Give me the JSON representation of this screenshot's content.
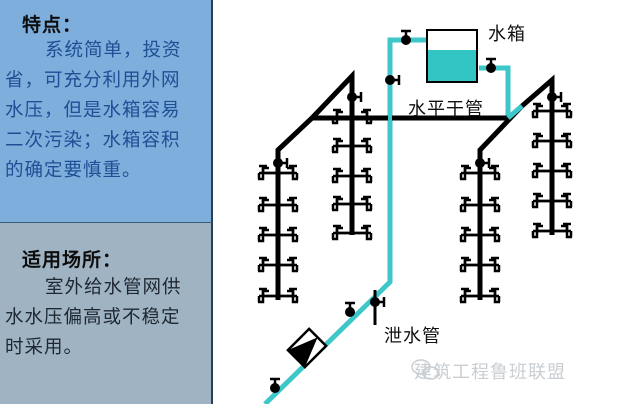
{
  "left_panel": {
    "features": {
      "heading": "特点：",
      "lines": [
        "系统简单，投资",
        "省，可充分利用外网",
        "水压，但是水箱容易",
        "二次污染；水箱容积",
        "的确定要慎重。"
      ]
    },
    "applicable": {
      "heading": "适用场所：",
      "lines": [
        "室外给水管网供",
        "水水压偏高或不稳定",
        "时采用。"
      ]
    }
  },
  "diagram": {
    "labels": {
      "water_tank": "水箱",
      "horizontal_main": "水平干管",
      "drain_pipe": "泄水管"
    },
    "colors": {
      "supply_pipe": "#3ec7c9",
      "distribution_pipe": "#000000",
      "tank_water": "#33c4c4",
      "panel_top_bg": "#7eaedb",
      "panel_bottom_bg": "#9fb3c2"
    }
  },
  "watermark": {
    "icon": "wechat-icon",
    "text": "建筑工程鲁班联盟"
  }
}
